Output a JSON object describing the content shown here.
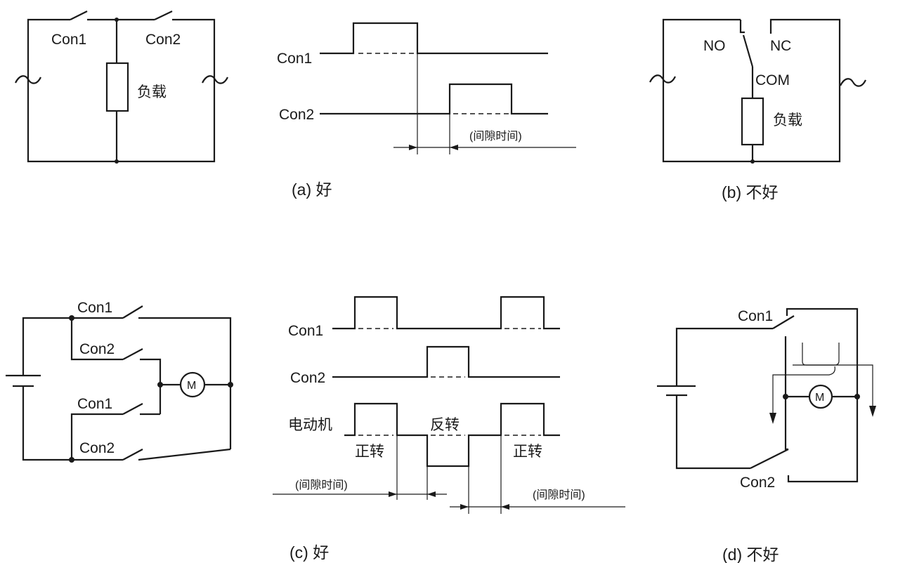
{
  "labels": {
    "con1": "Con1",
    "con2": "Con2",
    "load": "负载",
    "gap_time": "(间隙时间)",
    "no": "NO",
    "nc": "NC",
    "com": "COM",
    "motor": "M",
    "motor_row": "电动机",
    "forward": "正转",
    "reverse": "反转",
    "tilde": "~"
  },
  "captions": {
    "a": "(a) 好",
    "b": "(b) 不好",
    "c": "(c) 好",
    "d": "(d) 不好"
  }
}
